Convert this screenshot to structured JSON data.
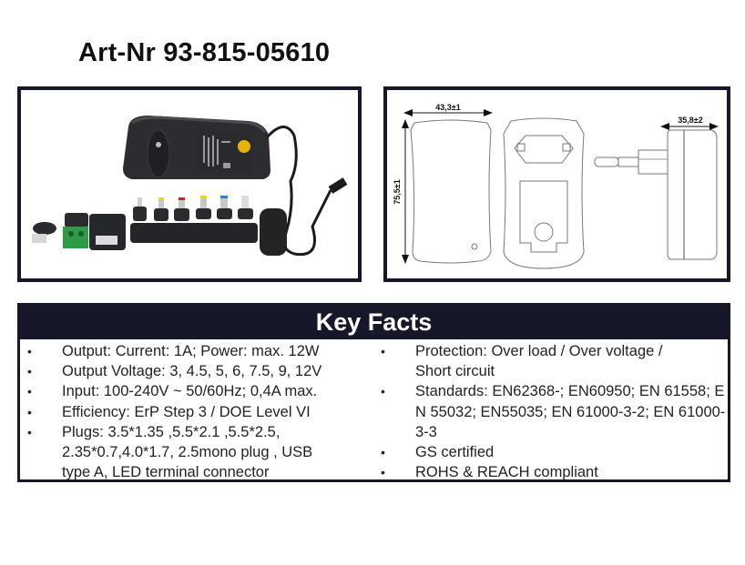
{
  "header": {
    "title": "Art-Nr 93-815-05610"
  },
  "product_photo": {
    "description": "Universal power adapter with interchangeable DC plug tips, USB type A adapter and LED terminal connector",
    "tip_colors": [
      "#d8d8d8",
      "#f2d600",
      "#d62020",
      "#f2d600",
      "#2f7fd0",
      "#e6e6e6"
    ]
  },
  "technical_drawing": {
    "width_label": "43,3±1",
    "height_label": "75,5±1",
    "depth_label": "35,8±2"
  },
  "key_facts": {
    "heading": "Key Facts",
    "left": [
      {
        "bullet": "•",
        "text": "Output: Current: 1A; Power: max. 12W"
      },
      {
        "bullet": "•",
        "text": "Output Voltage: 3, 4.5, 5, 6, 7.5, 9, 12V"
      },
      {
        "bullet": "•",
        "text": "Input: 100-240V ~ 50/60Hz; 0,4A max."
      },
      {
        "bullet": "•",
        "text": "Efficiency: ErP Step 3 / DOE Level VI"
      },
      {
        "bullet": "•",
        "text": "Plugs: 3.5*1.35 ,5.5*2.1 ,5.5*2.5, 2.35*0.7,4.0*1.7, 2.5mono plug , USB type A, LED terminal connector"
      }
    ],
    "right": [
      {
        "bullet": "•",
        "text": "Protection: Over load / Over voltage / Short circuit"
      },
      {
        "bullet": "•",
        "text": "Standards: EN62368-; EN60950; EN 61558; EN 55032; EN55035; EN 61000-3-2; EN 61000-3-3"
      },
      {
        "bullet": "•",
        "text": "GS certified"
      },
      {
        "bullet": "•",
        "text": "ROHS & REACH compliant"
      }
    ]
  },
  "colors": {
    "frame": "#16182a",
    "header_bg": "#16182a",
    "header_text": "#ffffff"
  }
}
